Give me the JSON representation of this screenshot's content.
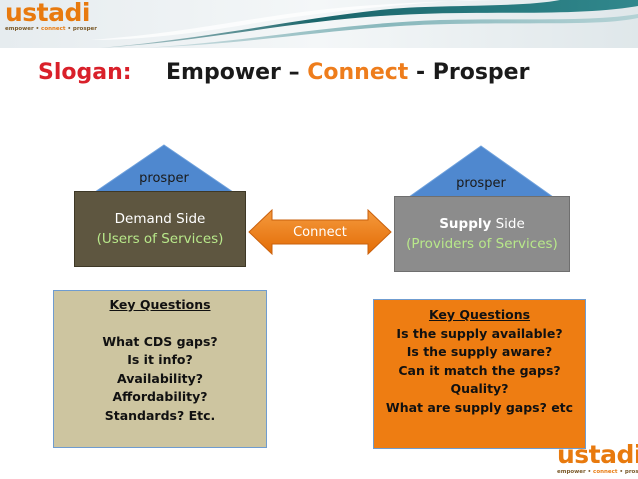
{
  "logo": {
    "name": "ustadi",
    "tagline_start": "empower •",
    "tagline_middle": " connect ",
    "tagline_end": "• prosper"
  },
  "slogan": {
    "label": "Slogan:",
    "part1": "Empower – ",
    "highlight": "Connect",
    "part2": " - Prosper"
  },
  "diagram": {
    "left_triangle_label": "prosper",
    "right_triangle_label": "prosper",
    "demand_title": "Demand Side",
    "demand_subtitle": "(Users of Services)",
    "supply_title_bold": "Supply",
    "supply_title_rest": " Side",
    "supply_subtitle": "(Providers of Services)",
    "connector_label": "Connect"
  },
  "left_questions": {
    "title": "Key Questions",
    "items": [
      "What CDS gaps?",
      "Is it info?",
      "Availability?",
      "Affordability?",
      "Standards? Etc."
    ]
  },
  "right_questions": {
    "title": "Key Questions",
    "items": [
      "Is the supply available?",
      "Is the supply aware?",
      "Can it match the gaps?",
      "Quality?",
      "What are supply gaps? etc"
    ]
  },
  "colors": {
    "slogan_label": "#d9202a",
    "accent_orange": "#ee7d1c",
    "demand_box": "#5e5640",
    "supply_box": "#8c8c8c",
    "triangle_blue": "#4f88cf",
    "left_question_box": "#cdc5a0",
    "right_question_box": "#ee7d12",
    "subtitle_green": "#b8e88a"
  }
}
